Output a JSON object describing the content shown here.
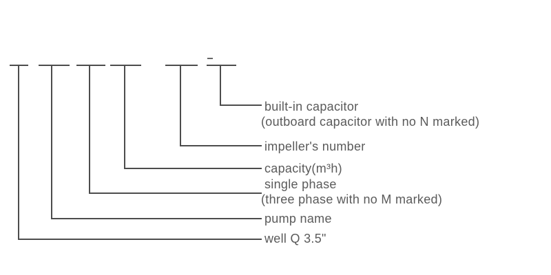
{
  "colors": {
    "line": "#4c4c4c",
    "text": "#5a5a5a",
    "background": "#ffffff"
  },
  "diagram": {
    "labels": [
      {
        "text": "built-in capacitor",
        "note": "(outboard capacitor with no N marked)"
      },
      {
        "text": "impeller's number"
      },
      {
        "text": "capacity(m³h)"
      },
      {
        "text": "single phase",
        "note": "(three phase with no M marked)"
      },
      {
        "text": "pump name"
      },
      {
        "text": "well Q 3.5\""
      }
    ]
  }
}
